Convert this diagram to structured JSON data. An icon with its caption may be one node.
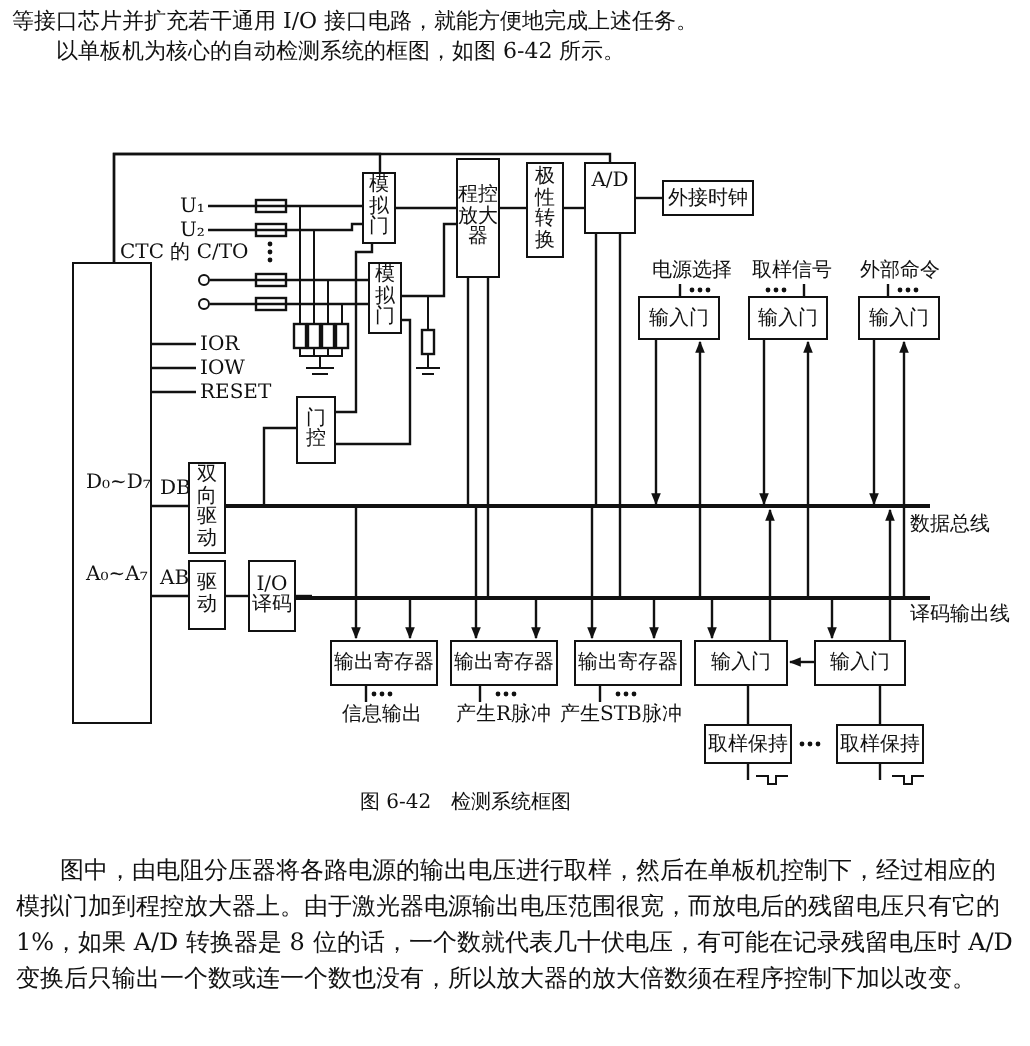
{
  "diagram": {
    "caption": "图 6-42　检测系统框图",
    "nodes": [
      {
        "text": [
          "D₀~D₇",
          "A₀~A₇"
        ],
        "beside": [
          "CTC 的 C/TO",
          "IOR",
          "IOW",
          "RESET"
        ]
      },
      {
        "text": [
          "模拟门"
        ]
      },
      {
        "text": [
          "模拟门"
        ]
      },
      {
        "text": [
          "程控放大器"
        ]
      },
      {
        "text": [
          "极性转换"
        ]
      },
      {
        "text": [
          "A/D"
        ]
      },
      {
        "text": [
          "外接时钟"
        ]
      },
      {
        "text": [
          "输入门"
        ],
        "beside": [
          "电源选择"
        ]
      },
      {
        "text": [
          "输入门"
        ],
        "beside": [
          "取样信号"
        ]
      },
      {
        "text": [
          "输入门"
        ],
        "beside": [
          "外部命令"
        ]
      },
      {
        "text": [
          "门控"
        ]
      },
      {
        "text": [
          "双向驱动"
        ],
        "beside": [
          "DB"
        ]
      },
      {
        "text": [
          "驱动"
        ],
        "beside": [
          "AB"
        ]
      },
      {
        "text": [
          "I/O译码"
        ]
      },
      {
        "text": [
          "输出寄存器"
        ],
        "beside": [
          "信息输出"
        ]
      },
      {
        "text": [
          "输出寄存器"
        ],
        "beside": [
          "产生R脉冲"
        ]
      },
      {
        "text": [
          "输出寄存器"
        ],
        "beside": [
          "产生STB脉冲"
        ]
      },
      {
        "text": [
          "输入门"
        ]
      },
      {
        "text": [
          "输入门"
        ]
      },
      {
        "text": [
          "取样保持"
        ]
      },
      {
        "text": [
          "取样保持"
        ]
      },
      {
        "text": [
          "数据总线"
        ]
      },
      {
        "text": [
          "译码输出线"
        ]
      },
      {
        "text": [
          "U₁"
        ]
      },
      {
        "text": [
          "U₂"
        ]
      },
      {
        "text": [],
        "shape": "circle"
      },
      {
        "text": [],
        "shape": "circle"
      }
    ],
    "edges": [
      {
        "from": 23,
        "to": 1,
        "arrow": "none"
      },
      {
        "from": 26,
        "to": 2,
        "arrow": "none"
      },
      {
        "from": 0,
        "to": 1,
        "arrow": "none"
      },
      {
        "from": 0,
        "to": 5,
        "arrow": "none"
      },
      {
        "from": 1,
        "to": 3,
        "arrow": "none"
      },
      {
        "from": 2,
        "to": 3,
        "arrow": "none"
      },
      {
        "from": 3,
        "to": 4,
        "arrow": "none"
      },
      {
        "from": 4,
        "to": 5,
        "arrow": "none"
      },
      {
        "from": 6,
        "to": 5,
        "arrow": "none"
      },
      {
        "from": 10,
        "to": 1,
        "arrow": "none"
      },
      {
        "from": 10,
        "to": 2,
        "arrow": "none"
      },
      {
        "from": 0,
        "to": 11,
        "arrow": "none"
      },
      {
        "from": 11,
        "to": 21,
        "arrow": "none"
      },
      {
        "from": 21,
        "to": 10,
        "arrow": "none"
      },
      {
        "from": 0,
        "to": 12,
        "arrow": "none"
      },
      {
        "from": 12,
        "to": 13,
        "arrow": "none"
      },
      {
        "from": 13,
        "to": 22,
        "arrow": "none"
      },
      {
        "from": 3,
        "to": 21,
        "arrow": "none"
      },
      {
        "from": 3,
        "to": 22,
        "arrow": "none"
      },
      {
        "from": 5,
        "to": 21,
        "arrow": "none"
      },
      {
        "from": 5,
        "to": 22,
        "arrow": "none"
      },
      {
        "from": 7,
        "to": 21,
        "arrow": "to"
      },
      {
        "from": 22,
        "to": 7,
        "arrow": "to"
      },
      {
        "from": 8,
        "to": 21,
        "arrow": "to"
      },
      {
        "from": 22,
        "to": 8,
        "arrow": "to"
      },
      {
        "from": 9,
        "to": 21,
        "arrow": "to"
      },
      {
        "from": 22,
        "to": 9,
        "arrow": "to"
      },
      {
        "from": 21,
        "to": 14,
        "arrow": "to"
      },
      {
        "from": 22,
        "to": 14,
        "arrow": "to"
      },
      {
        "from": 21,
        "to": 15,
        "arrow": "to"
      },
      {
        "from": 22,
        "to": 15,
        "arrow": "to"
      },
      {
        "from": 21,
        "to": 16,
        "arrow": "to"
      },
      {
        "from": 22,
        "to": 16,
        "arrow": "to"
      },
      {
        "from": 22,
        "to": 17,
        "arrow": "to"
      },
      {
        "from": 17,
        "to": 21,
        "arrow": "to"
      },
      {
        "from": 22,
        "to": 18,
        "arrow": "to"
      },
      {
        "from": 18,
        "to": 21,
        "arrow": "to"
      },
      {
        "from": 18,
        "to": 17,
        "arrow": "to"
      },
      {
        "from": 17,
        "to": 19,
        "arrow": "none"
      },
      {
        "from": 18,
        "to": 20,
        "arrow": "none"
      },
      {
        "from": null,
        "to": 7,
        "arrow": "none"
      },
      {
        "from": null,
        "to": 8,
        "arrow": "none"
      },
      {
        "from": null,
        "to": 9,
        "arrow": "none"
      },
      {
        "from": 14,
        "to": null,
        "arrow": "none"
      },
      {
        "from": 15,
        "to": null,
        "arrow": "none"
      },
      {
        "from": 16,
        "to": null,
        "arrow": "none"
      },
      {
        "from": 19,
        "to": null,
        "arrow": "none"
      },
      {
        "from": 20,
        "to": null,
        "arrow": "none"
      },
      {
        "from": 0,
        "to": null,
        "arrow": "none"
      },
      {
        "from": 0,
        "to": null,
        "arrow": "none"
      },
      {
        "from": 0,
        "to": null,
        "arrow": "none"
      },
      {
        "from": 24,
        "to": 1,
        "arrow": "none"
      },
      {
        "from": 25,
        "to": 2,
        "arrow": "none"
      }
    ],
    "labels": [
      "等接口芯片并扩充若干通用 I/O 接口电路，就能方便地完成上述任务。",
      "以单板机为核心的自动检测系统的框图，如图 6-42 所示。",
      "图中，由电阻分压器将各路电源的输出电压进行取样，然后在单板机控制下，经过相应的模拟门加到程控放大器上。由于激光器电源输出电压范围很宽，而放电后的残留电压只有它的 1%，如果 A/D 转换器是 8 位的话，一个数就代表几十伏电压，有可能在记录残留电压时 A/D 变换后只输出一个数或连一个数也没有，所以放大器的放大倍数须在程序控制下加以改变。"
    ]
  }
}
